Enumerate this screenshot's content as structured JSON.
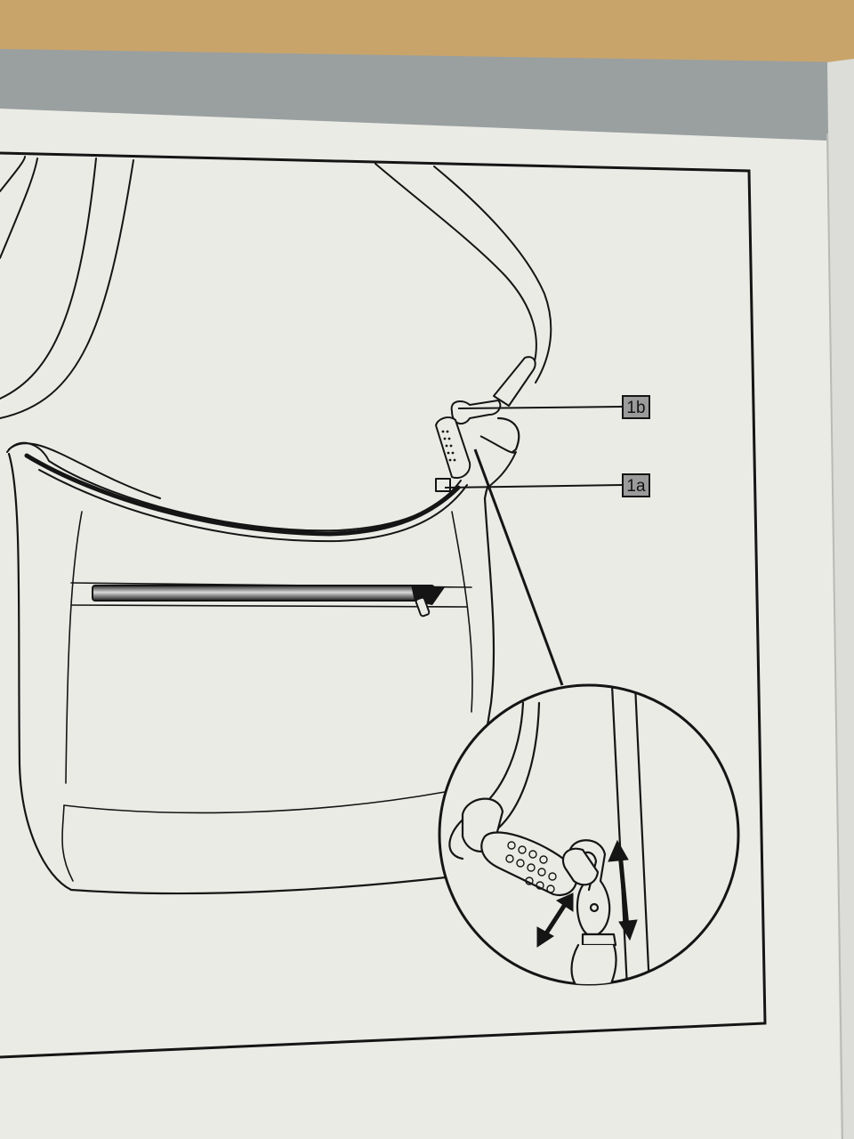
{
  "colors": {
    "background_surface": "#c9a46a",
    "page_shadow": "#9aa0a0",
    "page": "#ebebe6",
    "page_right": "#e0e1dc",
    "ink": "#151515",
    "label_fill": "#9b9b9b"
  },
  "callouts": [
    {
      "id": "1b",
      "label": "1b",
      "target": "snap-hook-clip"
    },
    {
      "id": "1a",
      "label": "1a",
      "target": "strap-buckle-tab"
    }
  ],
  "detail_view": {
    "shape": "circle",
    "arrows": [
      "double-arrow-diagonal",
      "double-arrow-vertical"
    ]
  },
  "icons": [
    "zipper-pull-icon",
    "snap-hook-icon",
    "double-arrow-icon"
  ]
}
